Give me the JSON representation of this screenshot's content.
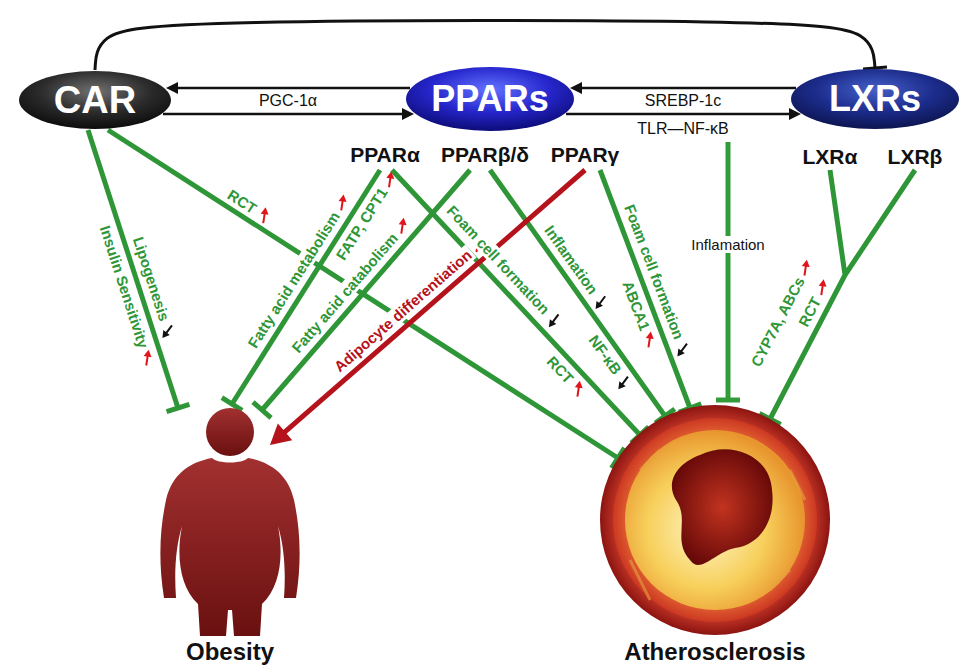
{
  "diagram": {
    "nodes": [
      {
        "text": [
          "CAR"
        ]
      },
      {
        "text": [
          "PPARs",
          "PPARα",
          "PPARβ/δ",
          "PPARγ"
        ]
      },
      {
        "text": [
          "LXRs",
          "LXRα",
          "LXRβ"
        ]
      },
      {
        "text": [
          "Obesity"
        ]
      },
      {
        "text": [
          "Atherosclerosis"
        ]
      }
    ],
    "edges": [
      {
        "from": 0,
        "to": 2,
        "arrow": "to"
      },
      {
        "from": 1,
        "to": 0,
        "label": "PGC-1α",
        "arrow": "to"
      },
      {
        "from": 0,
        "to": 1,
        "arrow": "to"
      },
      {
        "from": 2,
        "to": 1,
        "label": "SREBP-1c",
        "arrow": "to"
      },
      {
        "from": 1,
        "to": 2,
        "label": "TLR—NF-κB",
        "arrow": "to"
      },
      {
        "from": 0,
        "to": 3,
        "label": "Lipogenesis",
        "arrow": "to"
      },
      {
        "from": 0,
        "to": 4,
        "label": "RCT",
        "arrow": "to"
      },
      {
        "from": 1,
        "to": 3,
        "label": "Fatty acid metabolism",
        "arrow": "to"
      },
      {
        "from": 1,
        "to": 4,
        "label": "Foam cell formation",
        "arrow": "to"
      },
      {
        "from": 1,
        "to": 3,
        "label": "Fatty acid catabolism",
        "arrow": "to"
      },
      {
        "from": 1,
        "to": 4,
        "label": "Inflamation",
        "arrow": "to"
      },
      {
        "from": 1,
        "to": 3,
        "label": "Adipocyte differentiation",
        "arrow": "to"
      },
      {
        "from": 1,
        "to": 4,
        "label": "Foam cell formation",
        "arrow": "to"
      },
      {
        "from": 2,
        "to": 4,
        "label": "RCT",
        "arrow": "to"
      }
    ],
    "labels": [
      "Insulin Sensitivity",
      "FATP, CPT1",
      "RCT",
      "NF-κB",
      "ABCA1",
      "Inflamation",
      "CYP7A, ABCs"
    ]
  }
}
